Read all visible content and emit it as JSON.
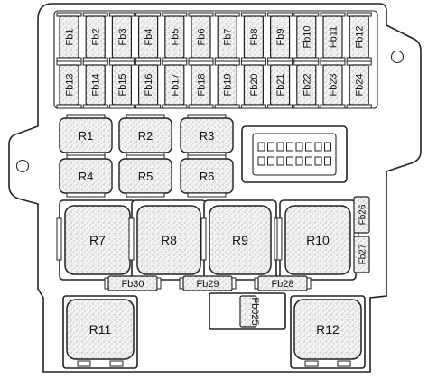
{
  "fuses_top_row": [
    "Fb1",
    "Fb2",
    "Fb3",
    "Fb4",
    "Fb5",
    "Fb6",
    "Fb7",
    "Fb8",
    "Fb9",
    "Fb10",
    "Fb11",
    "Fb12"
  ],
  "fuses_second_row": [
    "Fb13",
    "Fb14",
    "Fb15",
    "Fb16",
    "Fb17",
    "Fb18",
    "Fb19",
    "Fb20",
    "Fb21",
    "Fb22",
    "Fb23",
    "Fb24"
  ],
  "small_relays_row1": [
    "R1",
    "R2",
    "R3"
  ],
  "small_relays_row2": [
    "R4",
    "R5",
    "R6"
  ],
  "large_relays": [
    "R7",
    "R8",
    "R9",
    "R10"
  ],
  "bottom_relays": [
    "R11",
    "R12"
  ],
  "side_fuses": [
    "Fb26",
    "Fb27"
  ],
  "bottom_fuses": [
    "Fb30",
    "Fb29",
    "Fb28"
  ],
  "center_fuse": "Fb025",
  "colors": {
    "line": "#222222",
    "fill": "#ffffff"
  }
}
